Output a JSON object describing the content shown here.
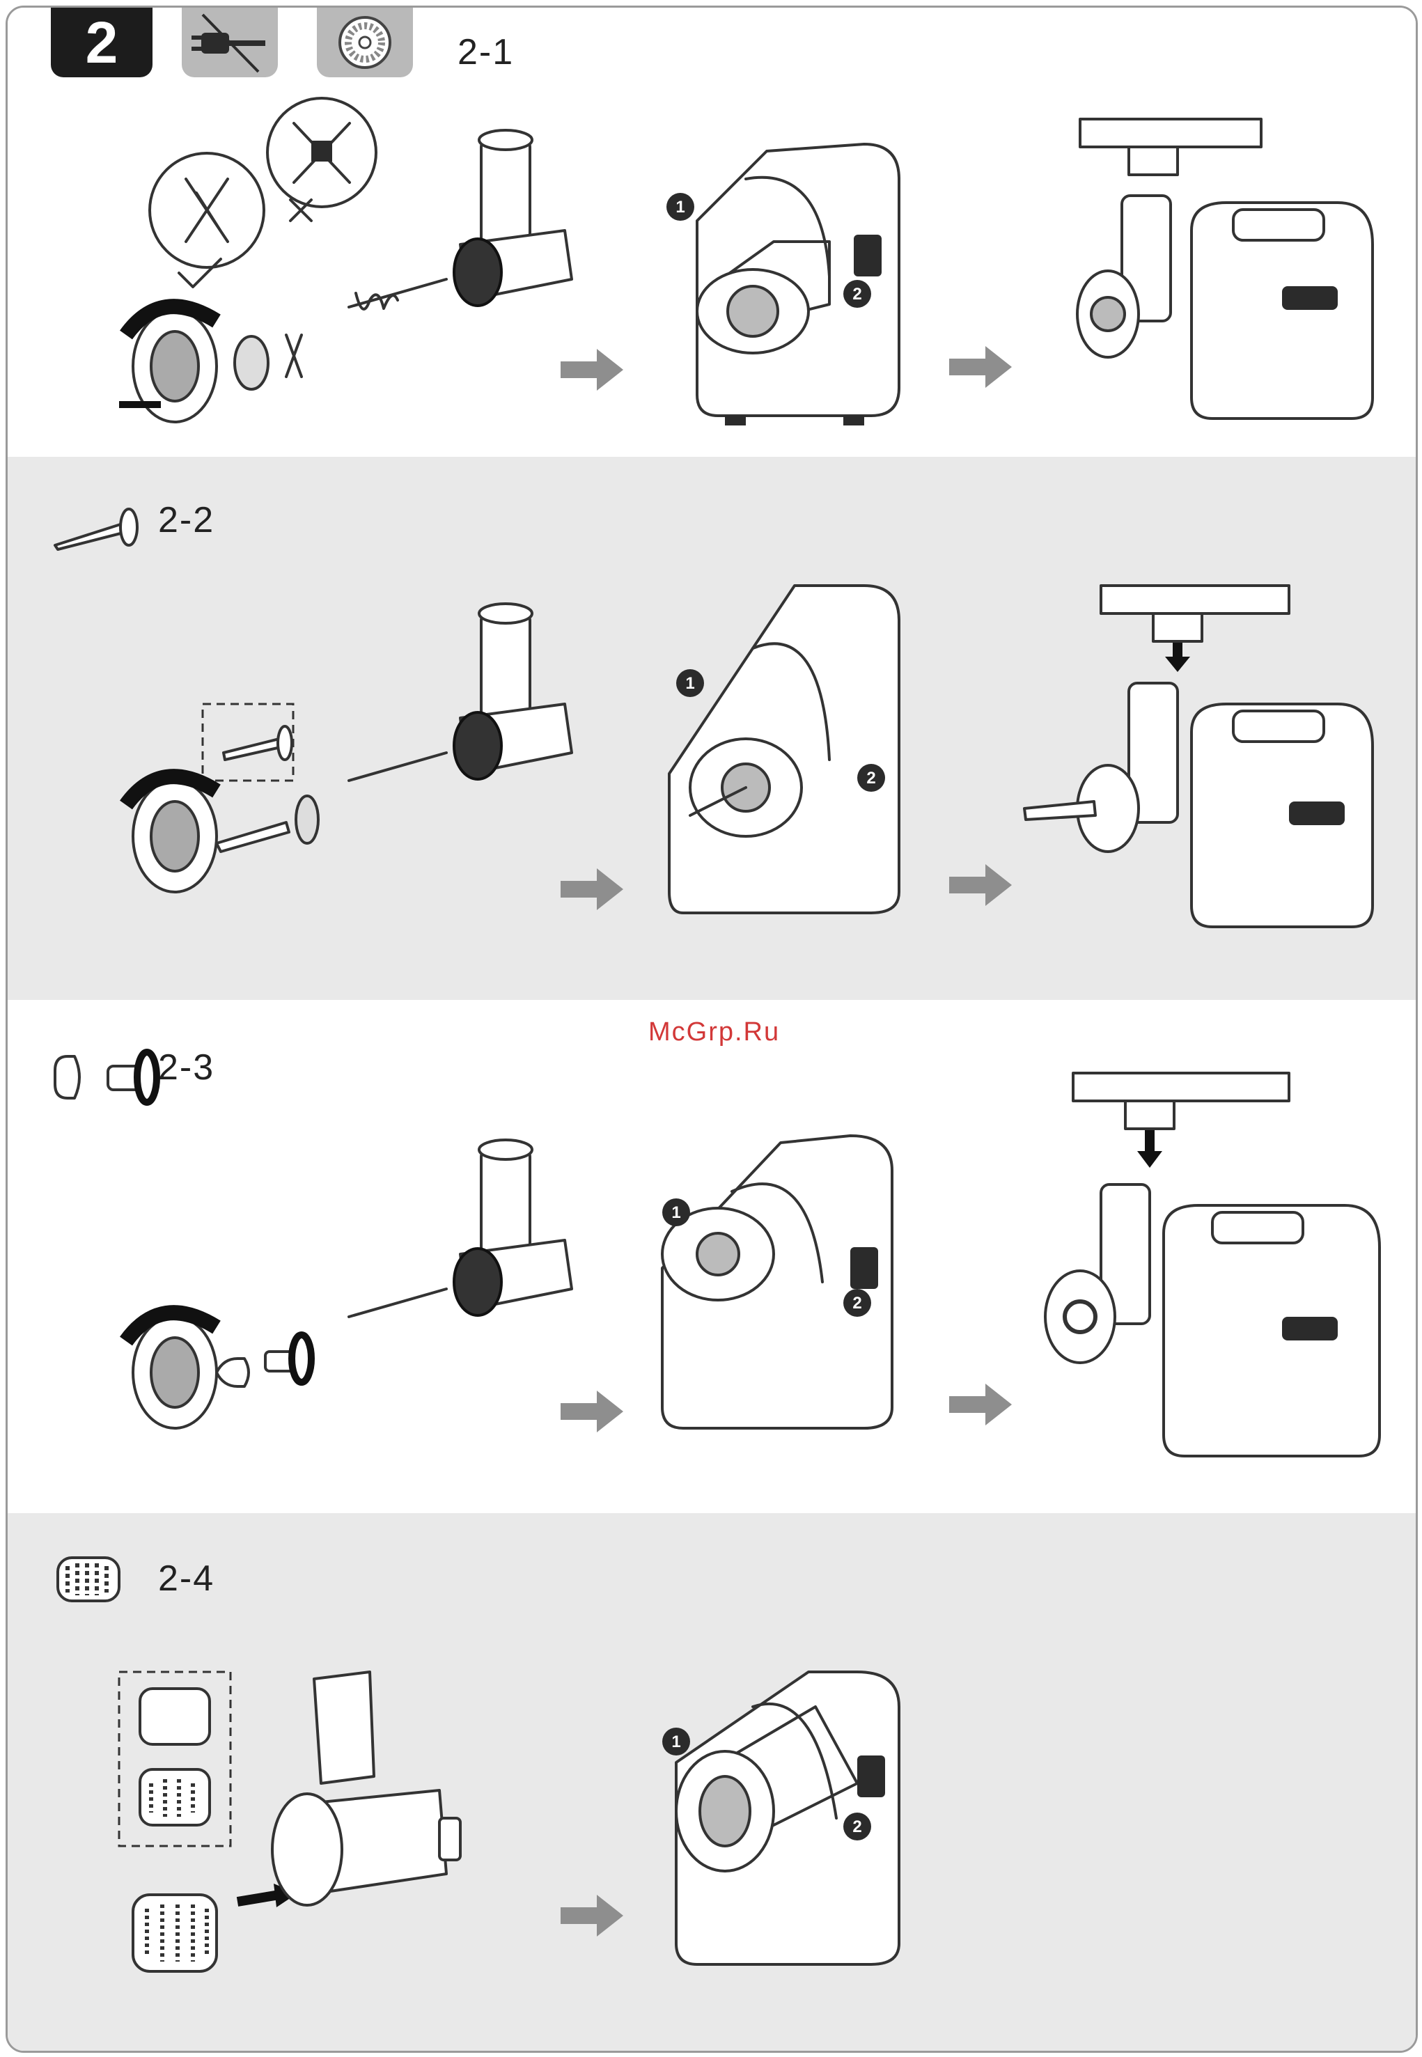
{
  "badge": {
    "number": "2",
    "icons": [
      "unplug-icon",
      "mincing-plate-icon"
    ]
  },
  "steps": [
    {
      "label": "2-1",
      "icon": "mincing-blade-icon"
    },
    {
      "label": "2-2",
      "icon": "sausage-nozzle-icon"
    },
    {
      "label": "2-3",
      "icon": "kibbeh-attachment-icon"
    },
    {
      "label": "2-4",
      "icon": "grater-drum-icon"
    }
  ],
  "callouts": {
    "first": "1",
    "second": "2"
  },
  "watermark": "McGrp.Ru",
  "colors": {
    "panel_gray": "#e9e9e9",
    "arrow_gray": "#8e8e8e",
    "badge_black": "#1c1c1c",
    "watermark_red": "#d23838"
  }
}
